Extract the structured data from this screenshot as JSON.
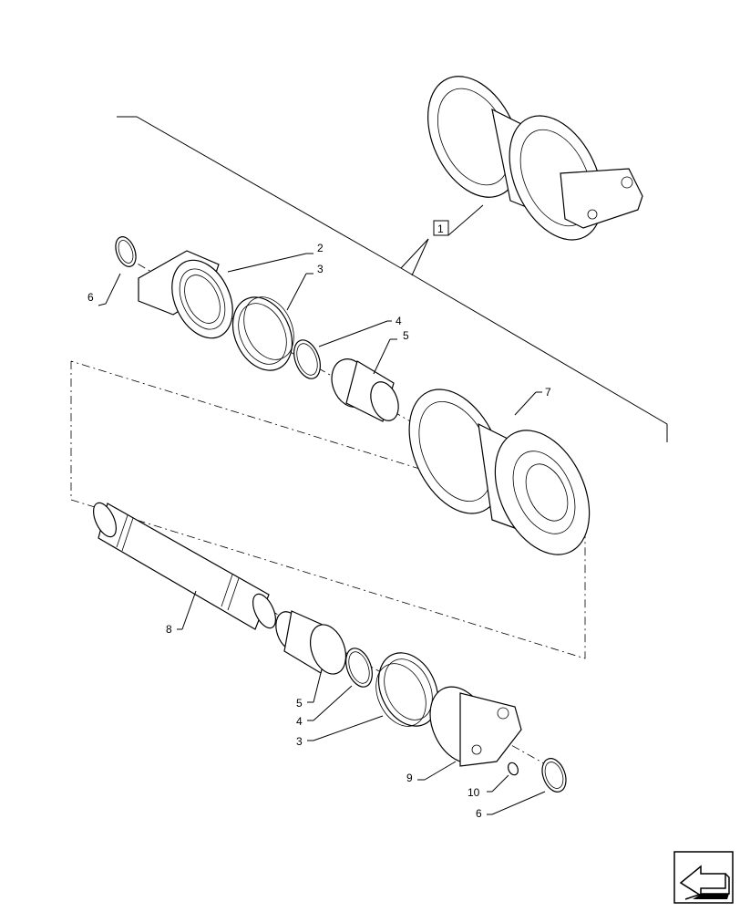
{
  "callouts": {
    "c1": "1",
    "c2": "2",
    "c3_top": "3",
    "c4_top": "4",
    "c5_top": "5",
    "c6_top": "6",
    "c7": "7",
    "c8": "8",
    "c9": "9",
    "c10": "10",
    "c5_bottom": "5",
    "c4_bottom": "4",
    "c3_bottom": "3",
    "c6_bottom": "6"
  },
  "icons": {
    "corner": "next-page-arrow-icon"
  }
}
